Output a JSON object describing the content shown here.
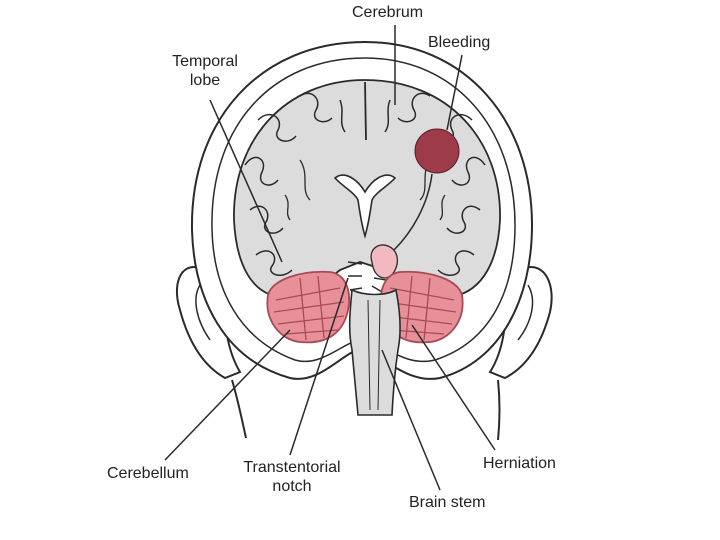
{
  "labels": {
    "cerebrum": "Cerebrum",
    "bleeding": "Bleeding",
    "temporal_lobe_line1": "Temporal",
    "temporal_lobe_line2": "lobe",
    "cerebellum": "Cerebellum",
    "transtentorial_line1": "Transtentorial",
    "transtentorial_line2": "notch",
    "brain_stem": "Brain stem",
    "herniation": "Herniation"
  },
  "colors": {
    "line": "#2a2a2a",
    "brain_fill": "#dcdcdc",
    "skull_fill": "#ffffff",
    "cerebellum_fill": "#e8909a",
    "cerebellum_stroke": "#a84a55",
    "bleeding_fill": "#9e3b4a",
    "herniated_tissue_fill": "#f2b9c0"
  }
}
